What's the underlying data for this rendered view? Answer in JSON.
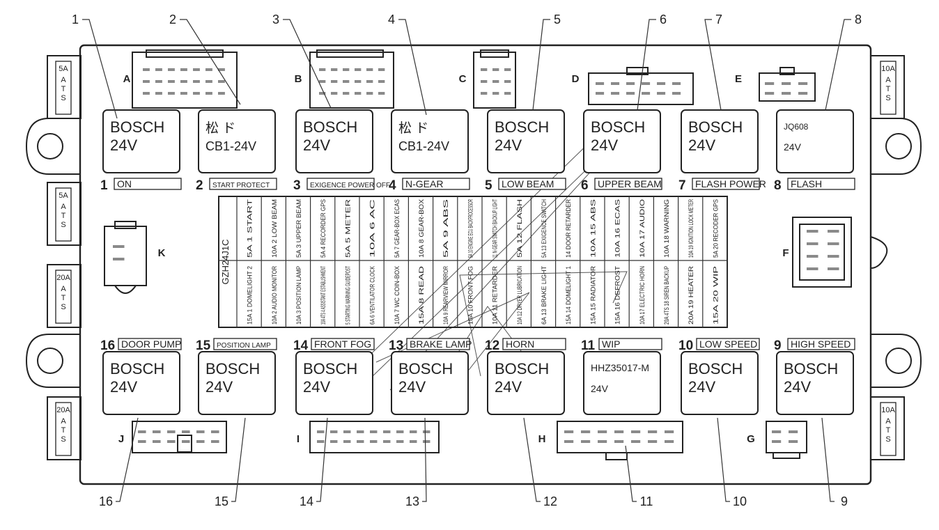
{
  "callouts_top": [
    "1",
    "2",
    "3",
    "4",
    "5",
    "6",
    "7",
    "8"
  ],
  "callouts_bottom": [
    "16",
    "15",
    "14",
    "13",
    "12",
    "11",
    "10",
    "9"
  ],
  "connectors": {
    "A": "A",
    "B": "B",
    "C": "C",
    "D": "D",
    "E": "E",
    "F": "F",
    "G": "G",
    "H": "H",
    "I": "I",
    "J": "J",
    "K": "K"
  },
  "fuse_tabs": {
    "left": [
      {
        "rating": "5A",
        "type": "ATS"
      },
      {
        "rating": "5A",
        "type": "ATS"
      },
      {
        "rating": "20A",
        "type": "ATS"
      },
      {
        "rating": "20A",
        "type": "ATS"
      }
    ],
    "right": [
      {
        "rating": "10A",
        "type": "ATS"
      },
      {
        "rating": "10A",
        "type": "ATS"
      }
    ]
  },
  "relays_top": [
    {
      "num": "1",
      "l1": "BOSCH",
      "l2": "24V",
      "name": "ON"
    },
    {
      "num": "2",
      "l1": "松 ド",
      "l2": "CB1-24V",
      "name": "START PROTECT"
    },
    {
      "num": "3",
      "l1": "BOSCH",
      "l2": "24V",
      "name": "EXIGENCE POWER OFF"
    },
    {
      "num": "4",
      "l1": "松 ド",
      "l2": "CB1-24V",
      "name": "N-GEAR"
    },
    {
      "num": "5",
      "l1": "BOSCH",
      "l2": "24V",
      "name": "LOW BEAM"
    },
    {
      "num": "6",
      "l1": "BOSCH",
      "l2": "24V",
      "name": "UPPER BEAM"
    },
    {
      "num": "7",
      "l1": "BOSCH",
      "l2": "24V",
      "name": "FLASH POWER"
    },
    {
      "num": "8",
      "l1": "JQ608",
      "l2": "24V",
      "name": "FLASH"
    }
  ],
  "relays_bottom": [
    {
      "num": "16",
      "l1": "BOSCH",
      "l2": "24V",
      "name": "DOOR PUMP"
    },
    {
      "num": "15",
      "l1": "BOSCH",
      "l2": "24V",
      "name": "POSITION LAMP"
    },
    {
      "num": "14",
      "l1": "BOSCH",
      "l2": "24V",
      "name": "FRONT FOG"
    },
    {
      "num": "13",
      "l1": "BOSCH",
      "l2": "24V",
      "name": "BRAKE LAMP"
    },
    {
      "num": "12",
      "l1": "BOSCH",
      "l2": "24V",
      "name": "HORN"
    },
    {
      "num": "11",
      "l1": "HHZ35017-M",
      "l2": "24V",
      "name": "WIP"
    },
    {
      "num": "10",
      "l1": "BOSCH",
      "l2": "24V",
      "name": "LOW SPEED"
    },
    {
      "num": "9",
      "l1": "BOSCH",
      "l2": "24V",
      "name": "HIGH SPEED"
    }
  ],
  "fuse_table": {
    "model": "GZH24J1C",
    "top_row": [
      {
        "idx": "1",
        "rating": "5A",
        "name": "START"
      },
      {
        "idx": "2",
        "rating": "10A",
        "name": "LOW BEAM"
      },
      {
        "idx": "3",
        "rating": "5A",
        "name": "UPPER BEAM"
      },
      {
        "idx": "4",
        "rating": "5A",
        "name": "RECORDER GPS"
      },
      {
        "idx": "5",
        "rating": "5A",
        "name": "METER"
      },
      {
        "idx": "6",
        "rating": "10A",
        "name": "AC"
      },
      {
        "idx": "7",
        "rating": "5A",
        "name": "GEAR-BOX ECAS"
      },
      {
        "idx": "8",
        "rating": "10A",
        "name": "GEAR-BOX"
      },
      {
        "idx": "9",
        "rating": "5A",
        "name": "ABS"
      },
      {
        "idx": "10",
        "rating": "5A",
        "name": "ENGINE ECU BACKPROCESSOR"
      },
      {
        "idx": "11",
        "rating": "",
        "name": "N-GEAR SWITCH BACKUP LIGHT"
      },
      {
        "idx": "12",
        "rating": "5A",
        "name": "FLASH"
      },
      {
        "idx": "13",
        "rating": "5A",
        "name": "EXIGENCE SWITCH"
      },
      {
        "idx": "14",
        "rating": "",
        "name": "DOOR RETARDER"
      },
      {
        "idx": "15",
        "rating": "10A",
        "name": "ABS"
      },
      {
        "idx": "16",
        "rating": "10A",
        "name": "ECAS"
      },
      {
        "idx": "17",
        "rating": "10A",
        "name": "AUDIO"
      },
      {
        "idx": "18",
        "rating": "10A",
        "name": "WARNING"
      },
      {
        "idx": "19",
        "rating": "10A",
        "name": "IGNITION LOCK METER"
      },
      {
        "idx": "20",
        "rating": "5A",
        "name": "RECODER GPS"
      }
    ],
    "bottom_row": [
      {
        "idx": "1",
        "rating": "15A",
        "name": "DOMELIGHT 2"
      },
      {
        "idx": "2",
        "rating": "10A",
        "name": "AUDIO MONITOR"
      },
      {
        "idx": "3",
        "rating": "10A",
        "name": "POSITION LAMP"
      },
      {
        "idx": "4",
        "rating": "10A 4TS",
        "name": "ASSISTANT ESTABLISHMENT"
      },
      {
        "idx": "5",
        "rating": "",
        "name": "STARTING WARNING GUIDEPOST"
      },
      {
        "idx": "6",
        "rating": "6A",
        "name": "VENTILATOR CLOCK"
      },
      {
        "idx": "7",
        "rating": "10A",
        "name": "WC COIN-BOX"
      },
      {
        "idx": "8",
        "rating": "15A",
        "name": "READ"
      },
      {
        "idx": "9",
        "rating": "10A",
        "name": "REARVIEW MIRROR"
      },
      {
        "idx": "10",
        "rating": "10A",
        "name": "FRONT FOG"
      },
      {
        "idx": "11",
        "rating": "10A",
        "name": "RETARDER"
      },
      {
        "idx": "12",
        "rating": "10A",
        "name": "DRYER LUBRICATION"
      },
      {
        "idx": "13",
        "rating": "6A",
        "name": "BRAKE LIGHT"
      },
      {
        "idx": "14",
        "rating": "15A",
        "name": "DOMELIGHT 1"
      },
      {
        "idx": "15",
        "rating": "15A",
        "name": "RADIATOR"
      },
      {
        "idx": "16",
        "rating": "15A",
        "name": "DEFROST"
      },
      {
        "idx": "17",
        "rating": "10A",
        "name": "ELECTRIC HORN"
      },
      {
        "idx": "18",
        "rating": "20A 4TS",
        "name": "SIREN BACKUP"
      },
      {
        "idx": "19",
        "rating": "20A",
        "name": "HEATER"
      },
      {
        "idx": "20",
        "rating": "15A",
        "name": "WIP"
      }
    ]
  }
}
